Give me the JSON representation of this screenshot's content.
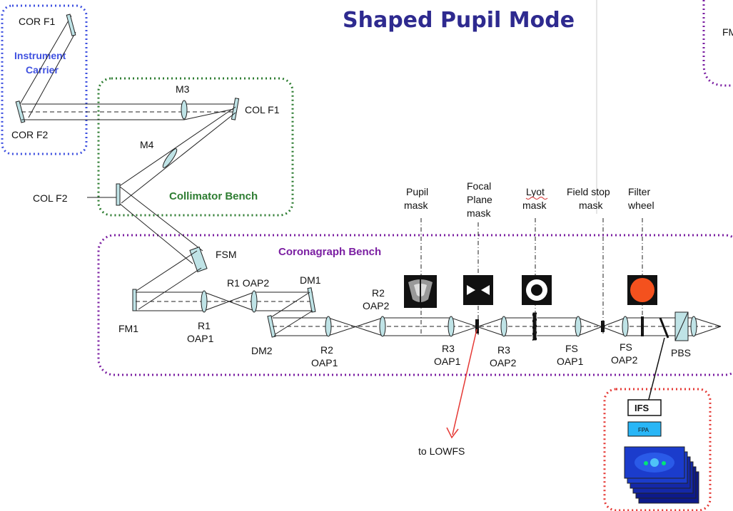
{
  "title": "Shaped Pupil Mode",
  "instrument_carrier": {
    "label_line1": "Instrument",
    "label_line2": "Carrier",
    "cor_f1": "COR F1",
    "cor_f2": "COR F2"
  },
  "collimator_bench": {
    "label": "Collimator Bench",
    "m3": "M3",
    "m4": "M4",
    "col_f1": "COL F1",
    "col_f2": "COL F2"
  },
  "coronagraph_bench": {
    "label": "Coronagraph Bench",
    "fsm": "FSM",
    "fm1": "FM1",
    "r1_oap1_line1": "R1",
    "r1_oap1_line2": "OAP1",
    "r1_oap2": "R1 OAP2",
    "dm1": "DM1",
    "dm2": "DM2",
    "r2_oap1_line1": "R2",
    "r2_oap1_line2": "OAP1",
    "r2_oap2_line1": "R2",
    "r2_oap2_line2": "OAP2",
    "r3_oap1_line1": "R3",
    "r3_oap1_line2": "OAP1",
    "r3_oap2_line1": "R3",
    "r3_oap2_line2": "OAP2",
    "fs_oap1_line1": "FS",
    "fs_oap1_line2": "OAP1",
    "fs_oap2_line1": "FS",
    "fs_oap2_line2": "OAP2",
    "pbs": "PBS"
  },
  "masks": {
    "pupil_line1": "Pupil",
    "pupil_line2": "mask",
    "focal_line1": "Focal",
    "focal_line2": "Plane",
    "focal_line3": "mask",
    "lyot_line1": "Lyot",
    "lyot_line2": "mask",
    "fieldstop_line1": "Field stop",
    "fieldstop_line2": "mask",
    "filter_line1": "Filter",
    "filter_line2": "wheel"
  },
  "outputs": {
    "lowfs": "to LOWFS",
    "ifs": "IFS",
    "fpa": "FPA",
    "partial_fm": "FM"
  },
  "colors": {
    "title": "#2e2a8f",
    "instrument_carrier_border": "#3f51e0",
    "collimator_border": "#2e7d32",
    "coronagraph_border": "#7b1fa2",
    "ifs_border": "#e53935",
    "optic_fill": "#bfe3e6",
    "filter_color": "#f4511e",
    "lowfs_arrow": "#e53935"
  }
}
